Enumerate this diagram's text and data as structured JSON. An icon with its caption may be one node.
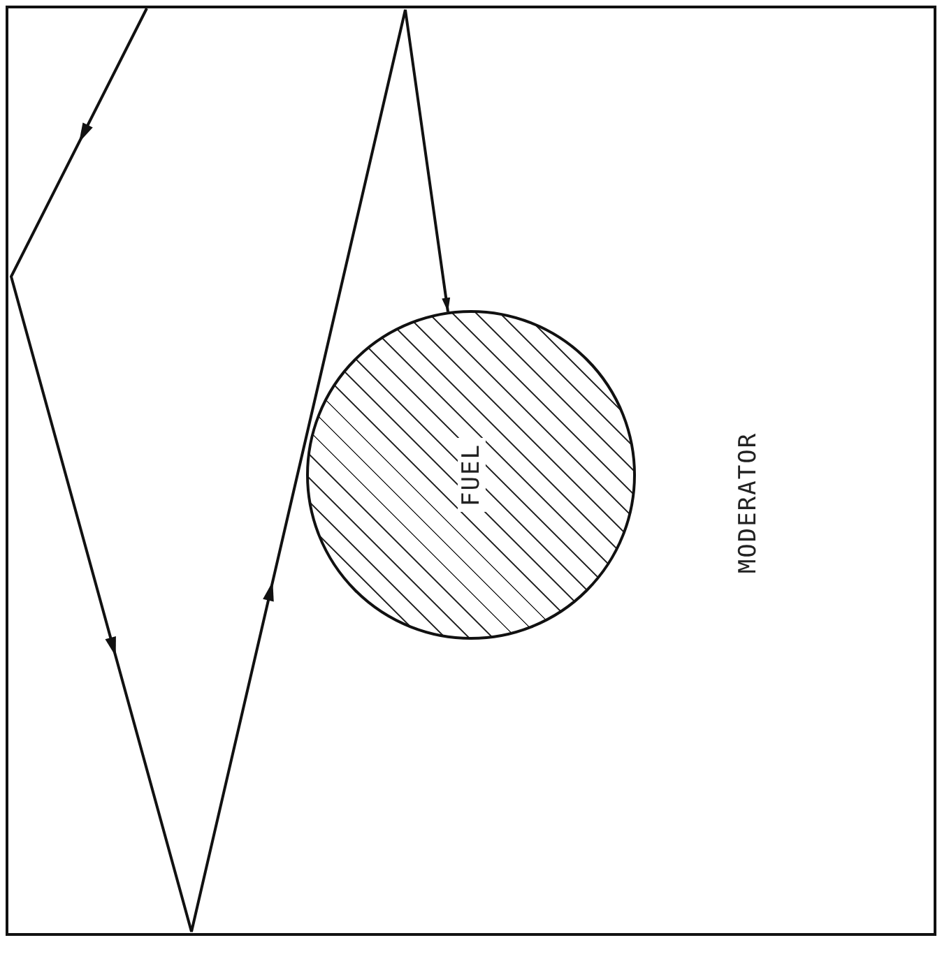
{
  "diagram": {
    "nodes": [
      {
        "text": [
          "MODERATOR"
        ]
      },
      {
        "text": [
          "FUEL"
        ],
        "in": 0
      }
    ],
    "edges": [
      {
        "from": null,
        "to": 1,
        "arrow": "to"
      }
    ]
  }
}
